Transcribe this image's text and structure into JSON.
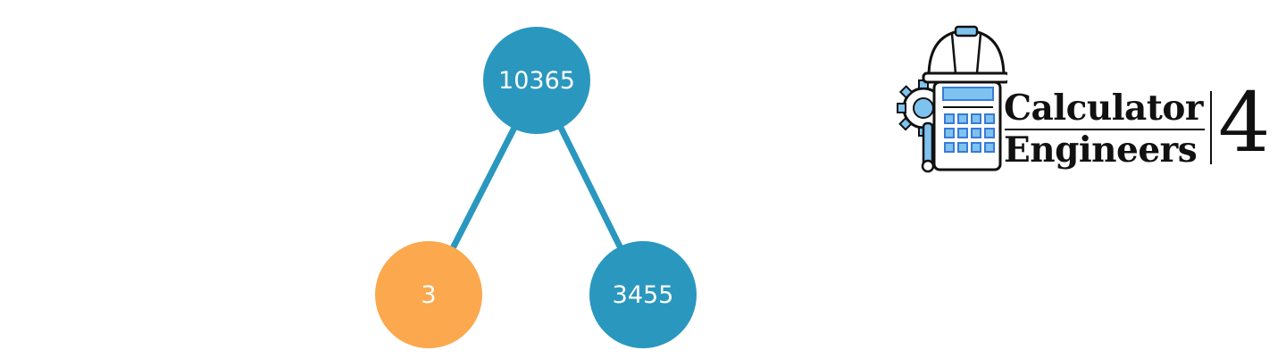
{
  "tree": {
    "root": {
      "label": "10365"
    },
    "children": [
      {
        "label": "3",
        "kind": "prime"
      },
      {
        "label": "3455",
        "kind": "composite"
      }
    ]
  },
  "colors": {
    "composite_node": "#2a97bf",
    "prime_node": "#fba84e",
    "edge": "#2a97bf",
    "logo_blue": "#3a7bd5",
    "logo_light_blue": "#7ec3ef",
    "logo_dark": "#111111"
  },
  "logo": {
    "line1": "Calculator",
    "line2": "Engineers",
    "number": "4",
    "icons": [
      "hard-hat-icon",
      "gear-icon",
      "calculator-icon",
      "wrench-icon"
    ]
  }
}
